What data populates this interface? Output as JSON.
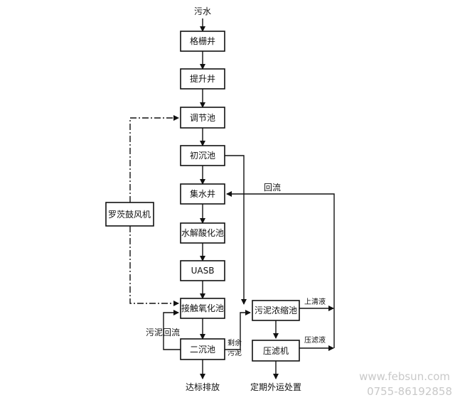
{
  "diagram": {
    "nodes": {
      "n1": "格栅井",
      "n2": "提升井",
      "n3": "调节池",
      "n4": "初沉池",
      "n5": "集水井",
      "n6": "水解酸化池",
      "n7": "UASB",
      "n8": "接触氧化池",
      "n9": "二沉池",
      "blower": "罗茨鼓风机",
      "thickener": "污泥浓缩池",
      "press": "压滤机"
    },
    "labels": {
      "input": "污水",
      "output": "达标排放",
      "sludge_disposal": "定期外运处置",
      "return_flow": "回流",
      "sludge_return": "污泥回流",
      "excess_sludge_1": "剩余",
      "excess_sludge_2": "污泥",
      "supernatant": "上清液",
      "filtrate": "压滤液"
    },
    "watermark": {
      "site": "www.febsun.com",
      "phone": "0755-86192858"
    }
  }
}
